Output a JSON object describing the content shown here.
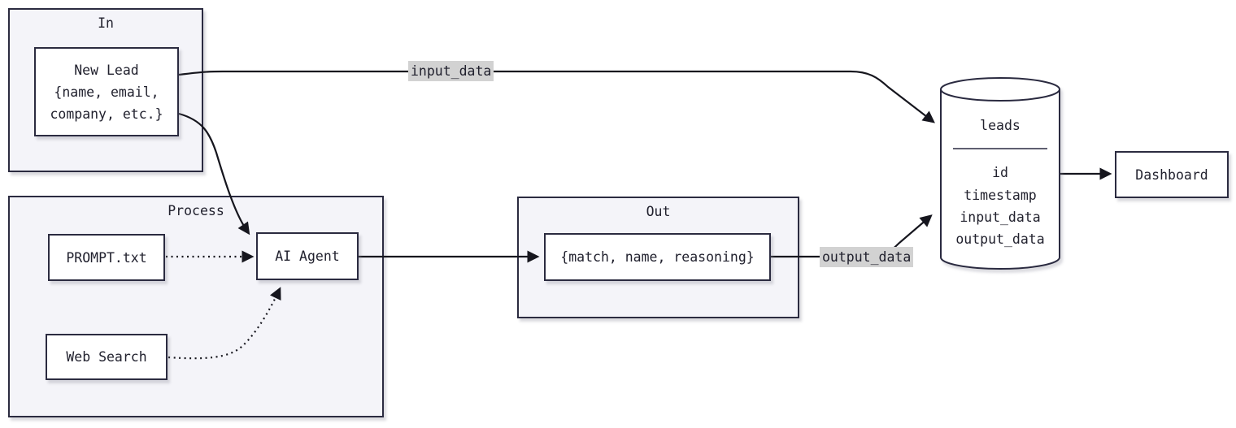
{
  "diagram": {
    "containers": {
      "in": {
        "title": "In"
      },
      "process": {
        "title": "Process"
      },
      "out": {
        "title": "Out"
      }
    },
    "nodes": {
      "new_lead": {
        "line1": "New Lead",
        "line2": "{name, email,",
        "line3": "company, etc.}"
      },
      "prompt_file": {
        "label": "PROMPT.txt"
      },
      "ai_agent": {
        "label": "AI Agent"
      },
      "web_search": {
        "label": "Web Search"
      },
      "out_schema": {
        "label": "{match, name, reasoning}"
      },
      "dashboard": {
        "label": "Dashboard"
      }
    },
    "database": {
      "name": "leads",
      "fields": [
        "id",
        "timestamp",
        "input_data",
        "output_data"
      ]
    },
    "edge_labels": {
      "input": "input_data",
      "output": "output_data"
    },
    "colors": {
      "border": "#2b2b40",
      "edge": "#16161e",
      "container_fill": "#f4f4f9",
      "node_fill": "#ffffff",
      "edge_label_bg": "#d2d2d2",
      "text": "#21212e"
    }
  }
}
